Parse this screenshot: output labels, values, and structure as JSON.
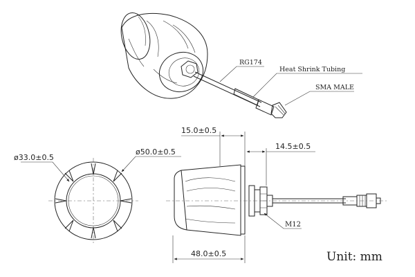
{
  "callouts": {
    "cable_label": "RG174",
    "heat_shrink_label": "Heat Shrink Tubing",
    "connector_label": "SMA MALE",
    "thread_label": "M12"
  },
  "dimensions": {
    "inner_diameter": "ø33.0±0.5",
    "outer_diameter": "ø50.0±0.5",
    "top_height": "15.0±0.5",
    "cable_offset": "14.5±0.5",
    "overall_length": "48.0±0.5"
  },
  "unit_label": "Unit:  mm"
}
